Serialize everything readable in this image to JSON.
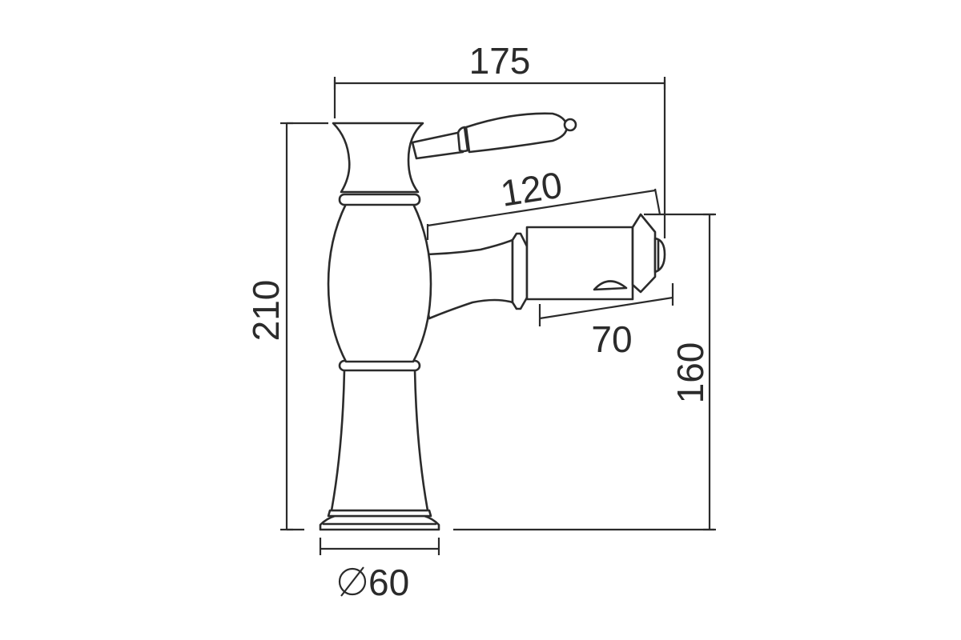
{
  "dimensions": {
    "overall_width": "175",
    "spout_reach": "120",
    "aerator_length": "70",
    "overall_height": "210",
    "spout_height": "160",
    "base_diameter": "60"
  },
  "colors": {
    "line": "#2b2b2b",
    "background": "#ffffff"
  }
}
